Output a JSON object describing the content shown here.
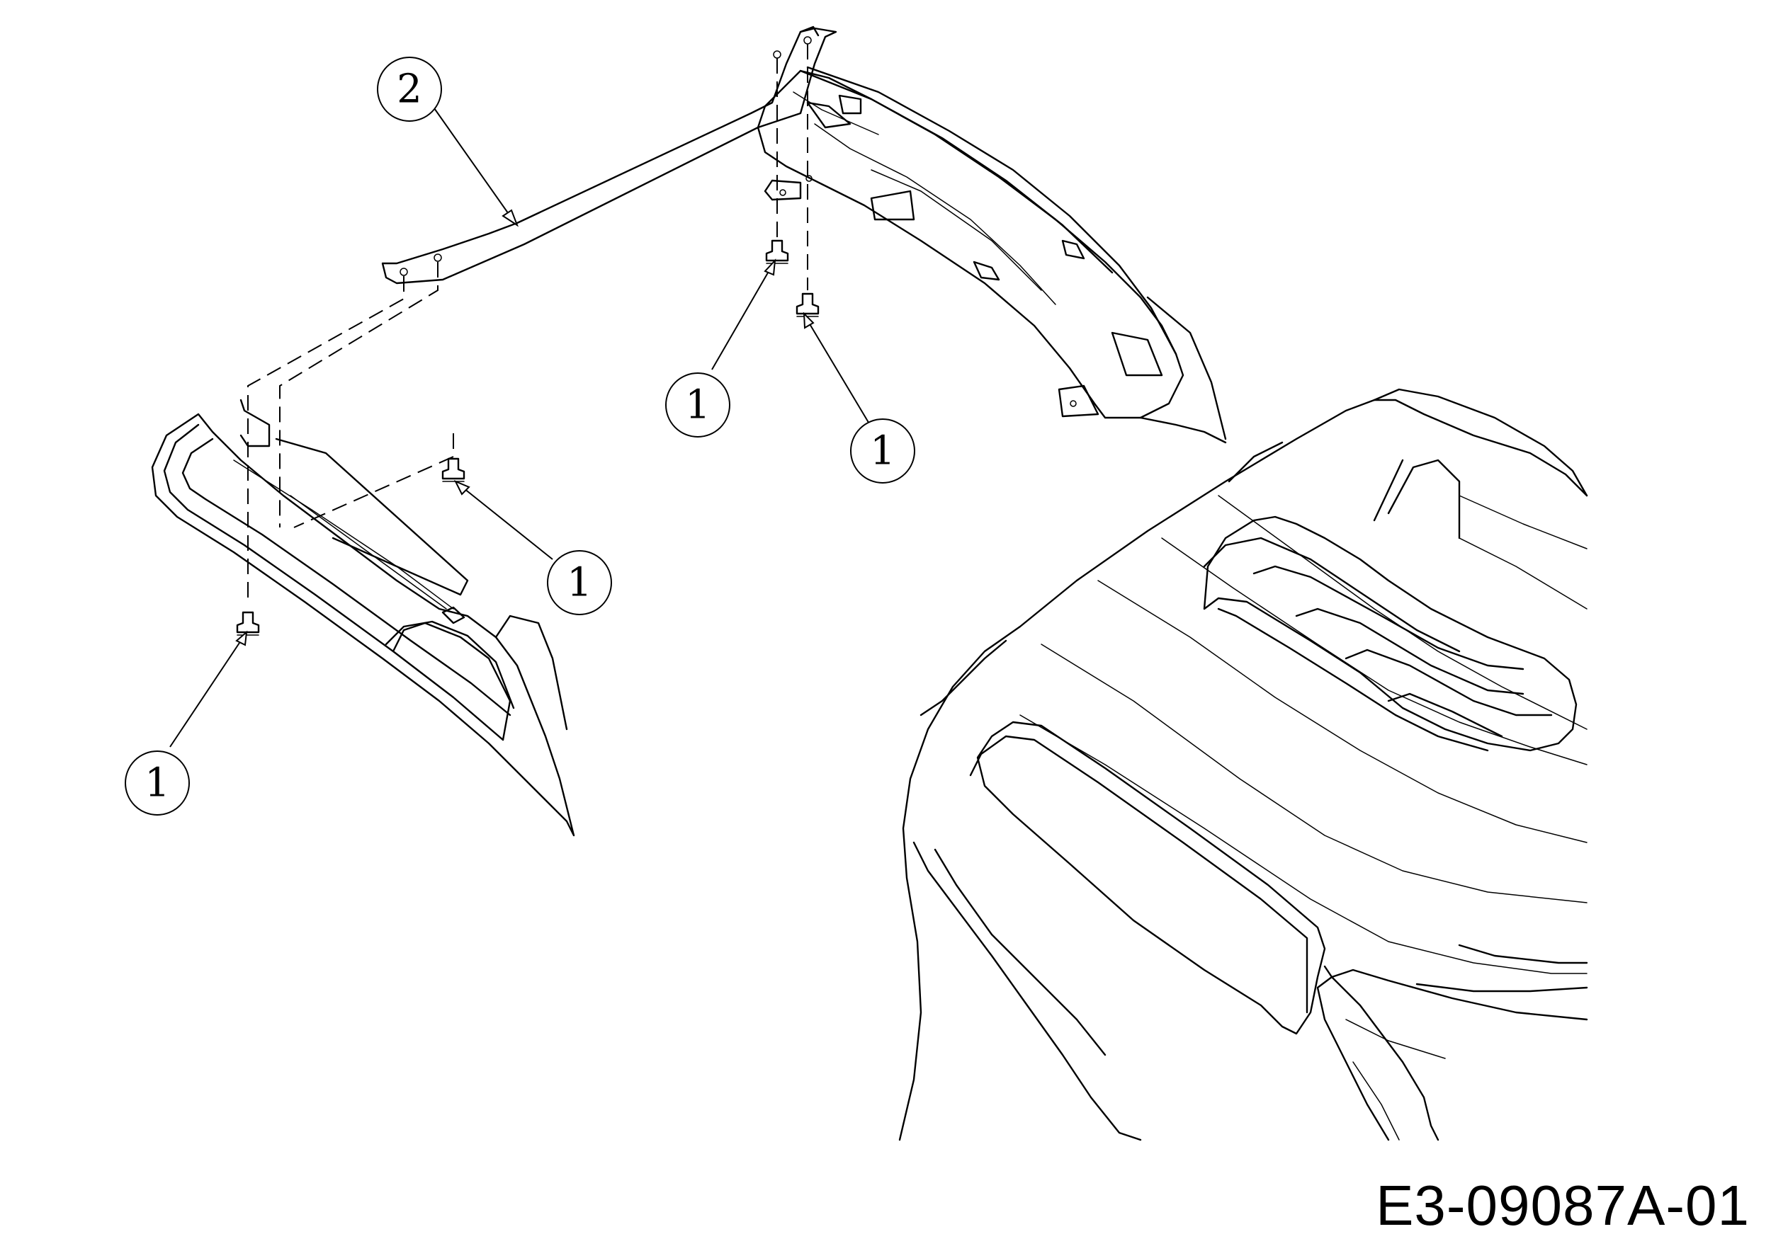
{
  "callouts": [
    {
      "id": "c2",
      "label": "2"
    },
    {
      "id": "c1a",
      "label": "1"
    },
    {
      "id": "c1b",
      "label": "1"
    },
    {
      "id": "c1c",
      "label": "1"
    },
    {
      "id": "c1d",
      "label": "1"
    }
  ],
  "drawing_number": "E3-09087A-01"
}
